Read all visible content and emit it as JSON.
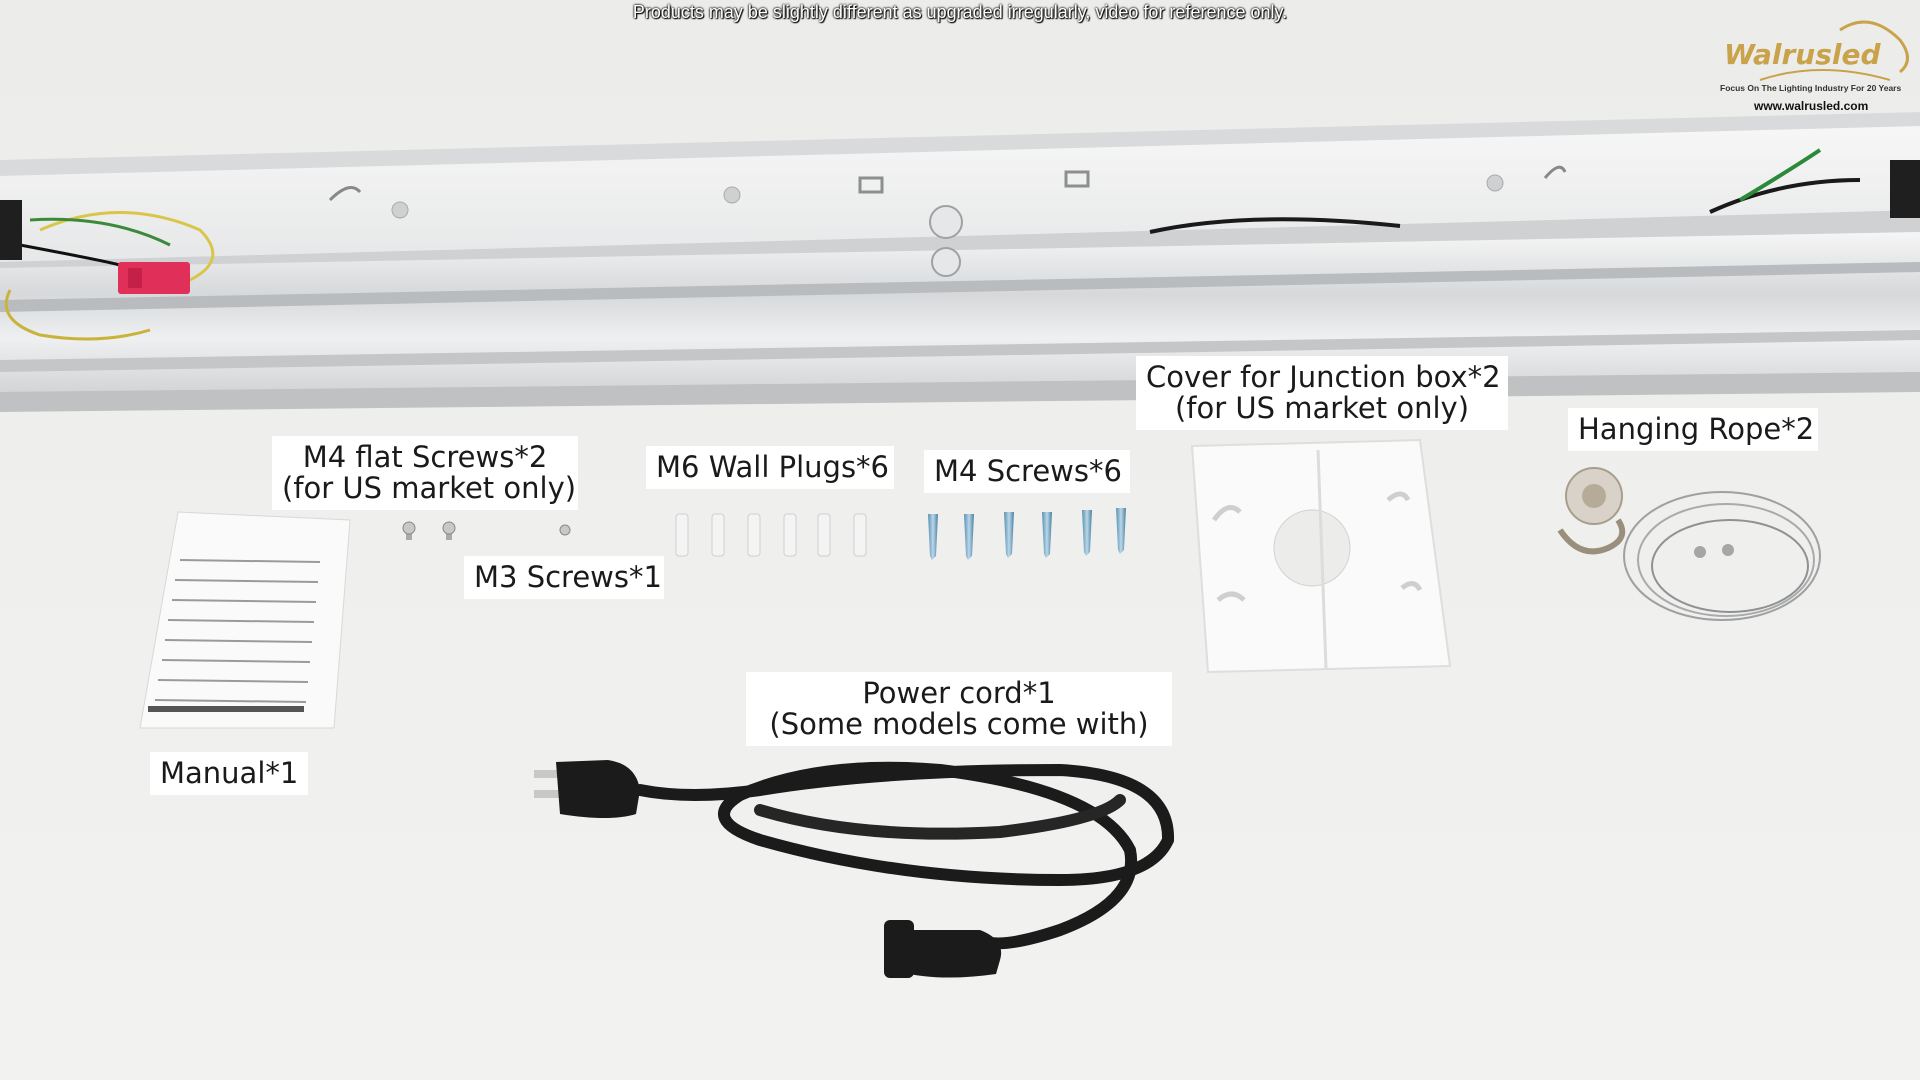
{
  "disclaimer": "Products may be slightly different as upgraded irregularly,  video for reference only.",
  "brand": {
    "name": "Walrusled",
    "tagline": "Focus On The Lighting Industry For 20 Years",
    "url": "www.walrusled.com",
    "color": "#c9a24a"
  },
  "labels": {
    "m4_flat": [
      "M4 flat Screws*2",
      "(for US market only)"
    ],
    "m3": "M3 Screws*1",
    "m6_plugs": "M6 Wall Plugs*6",
    "m4_screws": "M4 Screws*6",
    "cover": [
      "Cover for Junction box*2",
      "(for US market only)"
    ],
    "rope": "Hanging Rope*2",
    "manual": "Manual*1",
    "power": [
      "Power cord*1",
      "(Some models come with)"
    ]
  }
}
